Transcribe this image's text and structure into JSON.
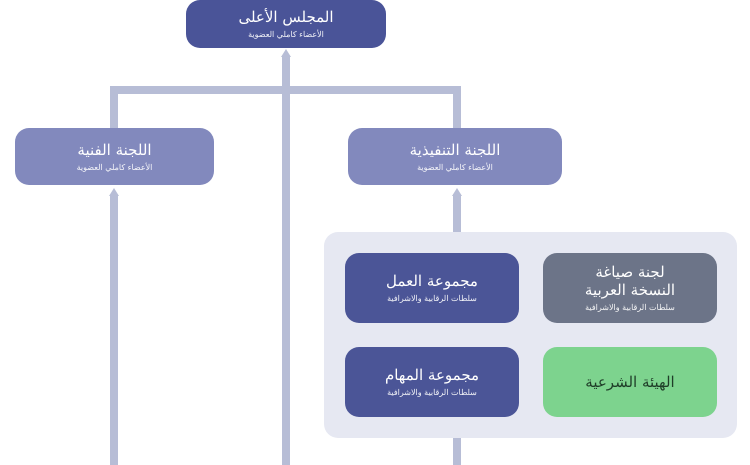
{
  "colors": {
    "top": "#4a5498",
    "committee": "#8289bd",
    "group": "#4b5597",
    "drafting": "#6c7488",
    "sharia": "#7dd38e",
    "connector": "#b7bdd6",
    "panel": "#e6e8f2"
  },
  "council": {
    "title": "المجلس الأعلى",
    "subtitle": "الأعضاء كاملي العضوية"
  },
  "committees": {
    "technical": {
      "title": "اللجنة الفنية",
      "subtitle": "الأعضاء كاملي العضوية"
    },
    "executive": {
      "title": "اللجنة التنفيذية",
      "subtitle": "الأعضاء كاملي العضوية"
    }
  },
  "groups": {
    "working": {
      "title": "مجموعة العمل",
      "subtitle": "سلطات الرقابية والاشرافية"
    },
    "drafting": {
      "title": "لجنة صياغة النسخة العربية",
      "subtitle": "سلطات الرقابية والاشرافية"
    },
    "tasks": {
      "title": "مجموعة المهام",
      "subtitle": "سلطات الرقابية والاشرافية"
    },
    "sharia": {
      "title": "الهيئة الشرعية"
    }
  }
}
